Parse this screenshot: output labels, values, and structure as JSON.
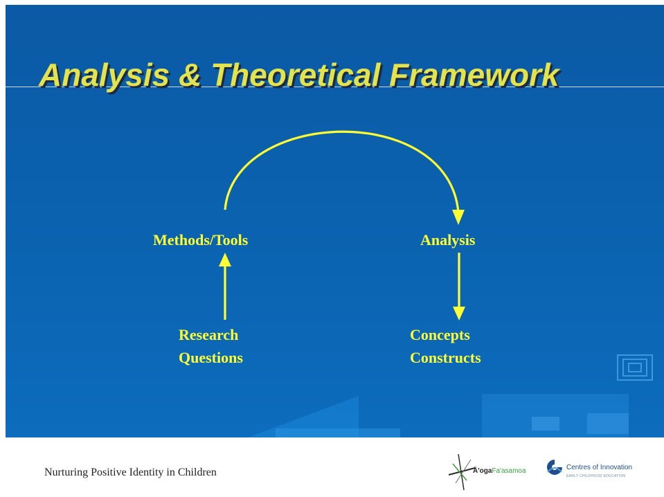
{
  "slide": {
    "title": "Analysis & Theoretical Framework",
    "nodes": {
      "methods_tools": "Methods/Tools",
      "analysis": "Analysis",
      "research_questions": [
        "Research",
        "Questions"
      ],
      "concepts_constructs": [
        "Concepts",
        "Constructs"
      ]
    },
    "colors": {
      "background": "#0b5aa5",
      "title": "#e3e34e",
      "node_text": "#ffff33",
      "arrows": "#ffff33"
    }
  },
  "footer": {
    "caption": "Nurturing Positive Identity in Children",
    "logos": {
      "aoga_part1": "Ā'oga",
      "aoga_part2": "Fa'asamoa",
      "coi_title": "Centres of Innovation",
      "coi_subtitle": "EARLY CHILDHOOD EDUCATION"
    }
  }
}
